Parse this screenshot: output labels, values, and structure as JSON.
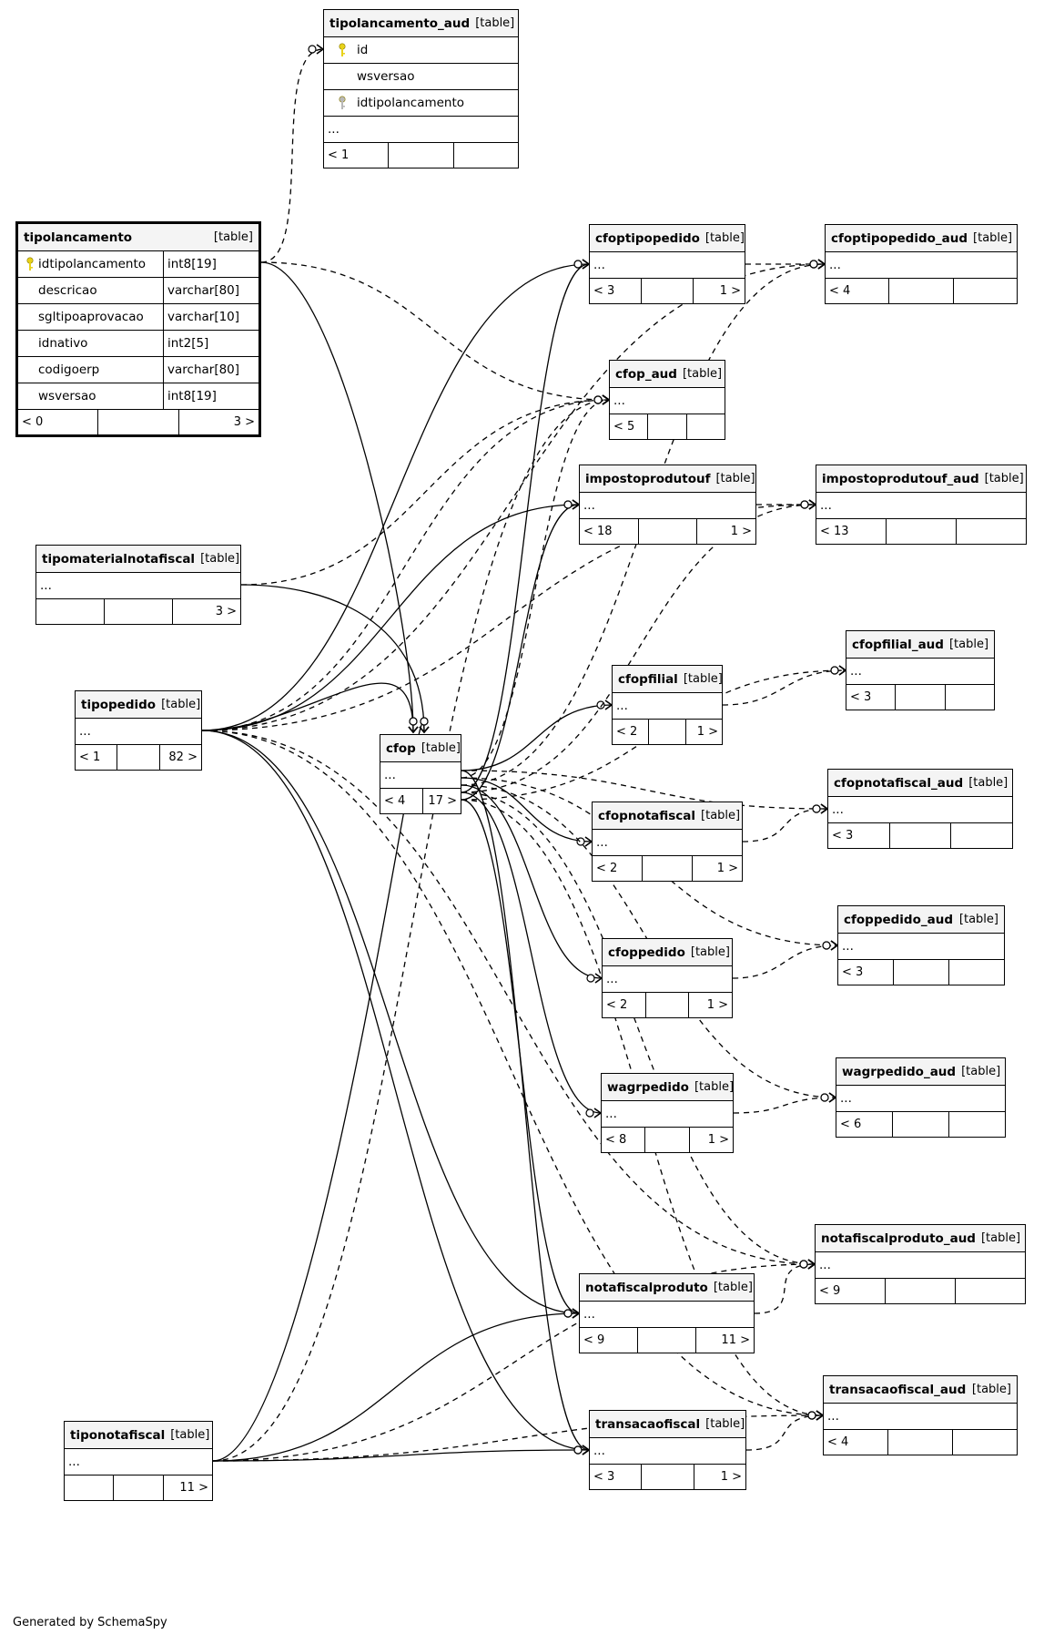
{
  "tables": [
    {
      "id": "tipolancamento_aud",
      "name": "tipolancamento_aud",
      "kind": "[table]",
      "rows": [
        {
          "text": "id",
          "key": "pk"
        },
        {
          "text": "wsversao",
          "key": ""
        },
        {
          "text": "idtipolancamento",
          "key": "fk"
        },
        {
          "text": "...",
          "key": "none"
        }
      ],
      "footer": [
        "< 1",
        "",
        ""
      ]
    },
    {
      "id": "tipolancamento",
      "name": "tipolancamento",
      "kind": "[table]",
      "focus": true,
      "columns": [
        {
          "name": "idtipolancamento",
          "type": "int8[19]",
          "key": "pk"
        },
        {
          "name": "descricao",
          "type": "varchar[80]",
          "key": ""
        },
        {
          "name": "sgltipoaprovacao",
          "type": "varchar[10]",
          "key": ""
        },
        {
          "name": "idnativo",
          "type": "int2[5]",
          "key": ""
        },
        {
          "name": "codigoerp",
          "type": "varchar[80]",
          "key": ""
        },
        {
          "name": "wsversao",
          "type": "int8[19]",
          "key": ""
        }
      ],
      "footer": [
        "< 0",
        "",
        "3 >"
      ]
    },
    {
      "id": "cfoptipopedido",
      "name": "cfoptipopedido",
      "kind": "[table]",
      "rows": [
        {
          "text": "..."
        }
      ],
      "footer": [
        "< 3",
        "",
        "1 >"
      ]
    },
    {
      "id": "cfoptipopedido_aud",
      "name": "cfoptipopedido_aud",
      "kind": "[table]",
      "rows": [
        {
          "text": "..."
        }
      ],
      "footer": [
        "< 4",
        "",
        ""
      ]
    },
    {
      "id": "cfop_aud",
      "name": "cfop_aud",
      "kind": "[table]",
      "rows": [
        {
          "text": "..."
        }
      ],
      "footer": [
        "< 5",
        "",
        ""
      ]
    },
    {
      "id": "impostoprodutouf",
      "name": "impostoprodutouf",
      "kind": "[table]",
      "rows": [
        {
          "text": "..."
        }
      ],
      "footer": [
        "< 18",
        "",
        "1 >"
      ]
    },
    {
      "id": "impostoprodutouf_aud",
      "name": "impostoprodutouf_aud",
      "kind": "[table]",
      "rows": [
        {
          "text": "..."
        }
      ],
      "footer": [
        "< 13",
        "",
        ""
      ]
    },
    {
      "id": "tipomaterialnotafiscal",
      "name": "tipomaterialnotafiscal",
      "kind": "[table]",
      "rows": [
        {
          "text": "..."
        }
      ],
      "footer": [
        "",
        "",
        "3 >"
      ]
    },
    {
      "id": "cfopfilial_aud",
      "name": "cfopfilial_aud",
      "kind": "[table]",
      "rows": [
        {
          "text": "..."
        }
      ],
      "footer": [
        "< 3",
        "",
        ""
      ]
    },
    {
      "id": "cfopfilial",
      "name": "cfopfilial",
      "kind": "[table]",
      "rows": [
        {
          "text": "..."
        }
      ],
      "footer": [
        "< 2",
        "",
        "1 >"
      ]
    },
    {
      "id": "tipopedido",
      "name": "tipopedido",
      "kind": "[table]",
      "rows": [
        {
          "text": "..."
        }
      ],
      "footer": [
        "< 1",
        "",
        "82 >"
      ]
    },
    {
      "id": "cfop",
      "name": "cfop",
      "kind": "[table]",
      "rows": [
        {
          "text": "..."
        }
      ],
      "footer": [
        "< 4",
        "17 >"
      ]
    },
    {
      "id": "cfopnotafiscal_aud",
      "name": "cfopnotafiscal_aud",
      "kind": "[table]",
      "rows": [
        {
          "text": "..."
        }
      ],
      "footer": [
        "< 3",
        "",
        ""
      ]
    },
    {
      "id": "cfopnotafiscal",
      "name": "cfopnotafiscal",
      "kind": "[table]",
      "rows": [
        {
          "text": "..."
        }
      ],
      "footer": [
        "< 2",
        "",
        "1 >"
      ]
    },
    {
      "id": "cfoppedido_aud",
      "name": "cfoppedido_aud",
      "kind": "[table]",
      "rows": [
        {
          "text": "..."
        }
      ],
      "footer": [
        "< 3",
        "",
        ""
      ]
    },
    {
      "id": "cfoppedido",
      "name": "cfoppedido",
      "kind": "[table]",
      "rows": [
        {
          "text": "..."
        }
      ],
      "footer": [
        "< 2",
        "",
        "1 >"
      ]
    },
    {
      "id": "wagrpedido_aud",
      "name": "wagrpedido_aud",
      "kind": "[table]",
      "rows": [
        {
          "text": "..."
        }
      ],
      "footer": [
        "< 6",
        "",
        ""
      ]
    },
    {
      "id": "wagrpedido",
      "name": "wagrpedido",
      "kind": "[table]",
      "rows": [
        {
          "text": "..."
        }
      ],
      "footer": [
        "< 8",
        "",
        "1 >"
      ]
    },
    {
      "id": "notafiscalproduto_aud",
      "name": "notafiscalproduto_aud",
      "kind": "[table]",
      "rows": [
        {
          "text": "..."
        }
      ],
      "footer": [
        "< 9",
        "",
        ""
      ]
    },
    {
      "id": "notafiscalproduto",
      "name": "notafiscalproduto",
      "kind": "[table]",
      "rows": [
        {
          "text": "..."
        }
      ],
      "footer": [
        "< 9",
        "",
        "11 >"
      ]
    },
    {
      "id": "transacaofiscal_aud",
      "name": "transacaofiscal_aud",
      "kind": "[table]",
      "rows": [
        {
          "text": "..."
        }
      ],
      "footer": [
        "< 4",
        "",
        ""
      ]
    },
    {
      "id": "tiponotafiscal",
      "name": "tiponotafiscal",
      "kind": "[table]",
      "rows": [
        {
          "text": "..."
        }
      ],
      "footer": [
        "",
        "",
        "11 >"
      ]
    },
    {
      "id": "transacaofiscal",
      "name": "transacaofiscal",
      "kind": "[table]",
      "rows": [
        {
          "text": "..."
        }
      ],
      "footer": [
        "< 3",
        "",
        "1 >"
      ]
    }
  ],
  "relationships": [
    {
      "from": "tipolancamento",
      "to": "tipolancamento_aud",
      "style": "dashed"
    },
    {
      "from": "tipolancamento",
      "to": "cfop",
      "style": "solid"
    },
    {
      "from": "tipolancamento",
      "to": "cfop_aud",
      "style": "dashed"
    },
    {
      "from": "cfop",
      "to": "cfoptipopedido",
      "style": "solid"
    },
    {
      "from": "cfop",
      "to": "impostoprodutouf",
      "style": "solid"
    },
    {
      "from": "cfop",
      "to": "cfopfilial",
      "style": "solid"
    },
    {
      "from": "cfop",
      "to": "cfopnotafiscal",
      "style": "solid"
    },
    {
      "from": "cfop",
      "to": "cfoppedido",
      "style": "solid"
    },
    {
      "from": "cfop",
      "to": "wagrpedido",
      "style": "solid"
    },
    {
      "from": "cfop",
      "to": "notafiscalproduto",
      "style": "solid"
    },
    {
      "from": "cfop",
      "to": "transacaofiscal",
      "style": "solid"
    },
    {
      "from": "cfop",
      "to": "cfop_aud",
      "style": "dashed"
    },
    {
      "from": "cfop",
      "to": "cfoptipopedido_aud",
      "style": "dashed"
    },
    {
      "from": "cfop",
      "to": "impostoprodutouf_aud",
      "style": "dashed"
    },
    {
      "from": "cfop",
      "to": "cfopfilial_aud",
      "style": "dashed"
    },
    {
      "from": "cfop",
      "to": "cfopnotafiscal_aud",
      "style": "dashed"
    },
    {
      "from": "cfop",
      "to": "cfoppedido_aud",
      "style": "dashed"
    },
    {
      "from": "cfop",
      "to": "wagrpedido_aud",
      "style": "dashed"
    },
    {
      "from": "cfop",
      "to": "notafiscalproduto_aud",
      "style": "dashed"
    },
    {
      "from": "cfop",
      "to": "transacaofiscal_aud",
      "style": "dashed"
    },
    {
      "from": "tipomaterialnotafiscal",
      "to": "cfop",
      "style": "solid"
    },
    {
      "from": "tipomaterialnotafiscal",
      "to": "cfop_aud",
      "style": "dashed"
    },
    {
      "from": "tipopedido",
      "to": "cfop",
      "style": "solid"
    },
    {
      "from": "tipopedido",
      "to": "cfoptipopedido",
      "style": "solid"
    },
    {
      "from": "tipopedido",
      "to": "impostoprodutouf",
      "style": "solid"
    },
    {
      "from": "tipopedido",
      "to": "notafiscalproduto",
      "style": "solid"
    },
    {
      "from": "tipopedido",
      "to": "transacaofiscal",
      "style": "solid"
    },
    {
      "from": "tipopedido",
      "to": "cfop_aud",
      "style": "dashed"
    },
    {
      "from": "tipopedido",
      "to": "cfoptipopedido_aud",
      "style": "dashed"
    },
    {
      "from": "tipopedido",
      "to": "impostoprodutouf_aud",
      "style": "dashed"
    },
    {
      "from": "tipopedido",
      "to": "notafiscalproduto_aud",
      "style": "dashed"
    },
    {
      "from": "tipopedido",
      "to": "transacaofiscal_aud",
      "style": "dashed"
    },
    {
      "from": "tiponotafiscal",
      "to": "cfop",
      "style": "solid"
    },
    {
      "from": "tiponotafiscal",
      "to": "notafiscalproduto",
      "style": "solid"
    },
    {
      "from": "tiponotafiscal",
      "to": "transacaofiscal",
      "style": "solid"
    },
    {
      "from": "tiponotafiscal",
      "to": "cfop_aud",
      "style": "dashed"
    },
    {
      "from": "tiponotafiscal",
      "to": "notafiscalproduto_aud",
      "style": "dashed"
    },
    {
      "from": "tiponotafiscal",
      "to": "transacaofiscal_aud",
      "style": "dashed"
    },
    {
      "from": "cfoptipopedido",
      "to": "cfoptipopedido_aud",
      "style": "dashed"
    },
    {
      "from": "impostoprodutouf",
      "to": "impostoprodutouf_aud",
      "style": "dashed"
    },
    {
      "from": "cfopfilial",
      "to": "cfopfilial_aud",
      "style": "dashed"
    },
    {
      "from": "cfopnotafiscal",
      "to": "cfopnotafiscal_aud",
      "style": "dashed"
    },
    {
      "from": "cfoppedido",
      "to": "cfoppedido_aud",
      "style": "dashed"
    },
    {
      "from": "wagrpedido",
      "to": "wagrpedido_aud",
      "style": "dashed"
    },
    {
      "from": "notafiscalproduto",
      "to": "notafiscalproduto_aud",
      "style": "dashed"
    },
    {
      "from": "transacaofiscal",
      "to": "transacaofiscal_aud",
      "style": "dashed"
    }
  ],
  "footer_credit": "Generated by SchemaSpy",
  "colors": {
    "border": "#000000",
    "header_bg": "#f4f4f4",
    "pk_key": "#e8d21a",
    "fk_key": "#b8b8b8"
  }
}
